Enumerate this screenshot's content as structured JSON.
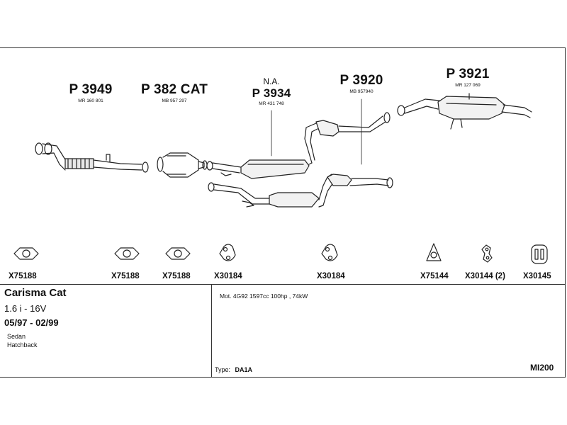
{
  "parts": [
    {
      "number": "P 3949",
      "ref": "MR 160 801"
    },
    {
      "number": "P 382 CAT",
      "ref": "MB 957 297"
    },
    {
      "na": "N.A.",
      "number": "P 3934",
      "ref": "MR 431 748"
    },
    {
      "number": "P 3920",
      "ref": "MB 957940"
    },
    {
      "number": "P 3921",
      "ref": "MR 127 069"
    }
  ],
  "fittings": [
    {
      "label": "X75188",
      "icon": "gasket-ring-icon"
    },
    {
      "label": "X75188",
      "icon": "gasket-ring-icon"
    },
    {
      "label": "X75188",
      "icon": "gasket-ring-icon"
    },
    {
      "label": "X30184",
      "icon": "rubber-mount-icon"
    },
    {
      "label": "X30184",
      "icon": "rubber-mount-icon"
    },
    {
      "label": "X75144",
      "icon": "triangle-gasket-icon"
    },
    {
      "label": "X30144 (2)",
      "icon": "hanger-strap-icon"
    },
    {
      "label": "X30145",
      "icon": "rubber-block-icon"
    }
  ],
  "vehicle": {
    "model": "Carisma Cat",
    "spec": "1.6 i - 16V",
    "dates": "05/97 - 02/99",
    "body1": "Sedan",
    "body2": "Hatchback"
  },
  "engine": "Mot. 4G92 1597cc 100hp , 74kW",
  "type_label": "Type:",
  "type_value": "DA1A",
  "diagram_code": "MI200"
}
